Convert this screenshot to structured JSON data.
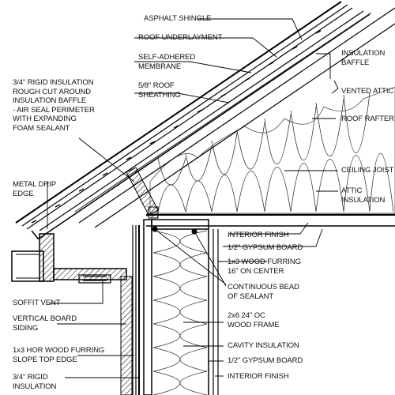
{
  "labels": {
    "asphalt_shingle": "ASPHALT SHINGLE",
    "roof_underlayment": "ROOF UNDERLAYMENT",
    "self_adhered_membrane": "SELF-ADHERED\nMEMBRANE",
    "roof_sheathing": "5/8\" ROOF\nSHEATHING",
    "insulation_baffle": "INSULATION\nBAFFLE",
    "vented_attic": "VENTED ATTIC",
    "roof_rafter": "ROOF RAFTER",
    "ceiling_joist": "CEILING JOIST",
    "attic_insulation": "ATTIC INSULATION",
    "rigid_baffle": "3/4\" RIGID INSULATION\nROUGH CUT AROUND\nINSULATION BAFFLE\n- AIR SEAL PERIMETER\nWITH EXPANDING\nFOAM SEALANT",
    "metal_drip_edge": "METAL DRIP\nEDGE",
    "interior_finish_top": "INTERIOR FINISH",
    "gypsum_top": "1/2\" GYPSUM BOARD",
    "wood_furring": "1x3 WOOD FURRING\n16\" ON CENTER",
    "sealant": "CONTINUOUS BEAD\nOF SEALANT",
    "wood_frame": "2x6 24\" OC\nWOOD FRAME",
    "cavity_insulation": "CAVITY INSULATION",
    "gypsum_bottom": "1/2\" GYPSUM BOARD",
    "interior_finish_bottom": "INTERIOR FINISH",
    "soffit_vent": "SOFFIT VENT",
    "board_siding": "VERTICAL BOARD\nSIDING",
    "hor_furring": "1x3 HOR WOOD FURRING\nSLOPE TOP EDGE",
    "rigid_insulation": "3/4\" RIGID\nINSULATION"
  }
}
